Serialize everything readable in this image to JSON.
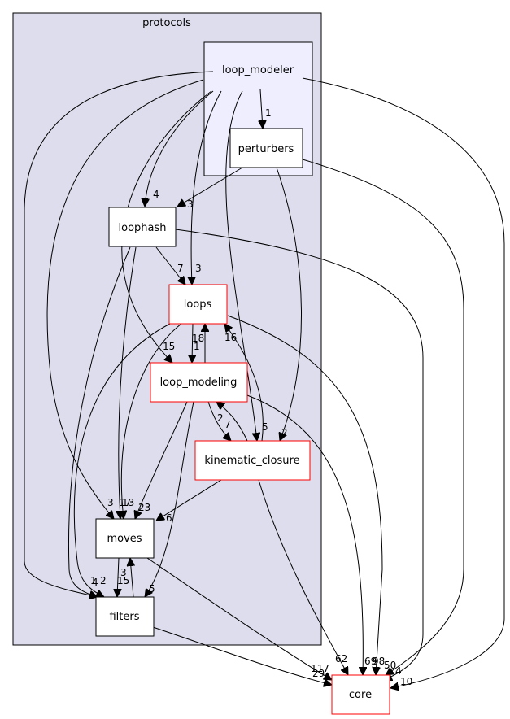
{
  "clusters": {
    "protocols": "protocols",
    "loop_modeler": "loop_modeler"
  },
  "nodes": {
    "perturbers": "perturbers",
    "loophash": "loophash",
    "loops": "loops",
    "loop_modeling": "loop_modeling",
    "kinematic_closure": "kinematic_closure",
    "moves": "moves",
    "filters": "filters",
    "core": "core"
  },
  "edge_labels": {
    "lm_perturbers": "1",
    "lm_loophash": "4",
    "perturbers_loophash": "3",
    "loophash_loops": "7",
    "lm_loops": "3",
    "lm_loop_modeling": "15",
    "lm_kinematic": "5",
    "perturbers_kinematic": "2",
    "loops_loop_modeling": "1",
    "loop_modeling_loops": "18",
    "kinematic_loops": "16",
    "loop_modeling_kinematic": "7",
    "kinematic_loop_modeling": "2",
    "lm_moves": "3",
    "loophash_moves": "17",
    "loops_moves": "13",
    "loop_modeling_moves": "23",
    "kinematic_moves": "6",
    "lm_filters": "1",
    "loophash_filters": "4",
    "loops_filters": "2",
    "loop_modeling_filters": "5",
    "moves_filters": "15",
    "filters_moves": "3",
    "loop_modeling_core": "69",
    "kinematic_core": "62",
    "moves_core": "117",
    "filters_core": "29",
    "loops_core": "98",
    "perturbers_core": "50",
    "lm_core": "10",
    "loophash_core": "4"
  },
  "colors": {
    "protocols_fill": "#dddded",
    "loop_modeler_fill": "#eeeeff",
    "red_border": "#ff0000"
  }
}
